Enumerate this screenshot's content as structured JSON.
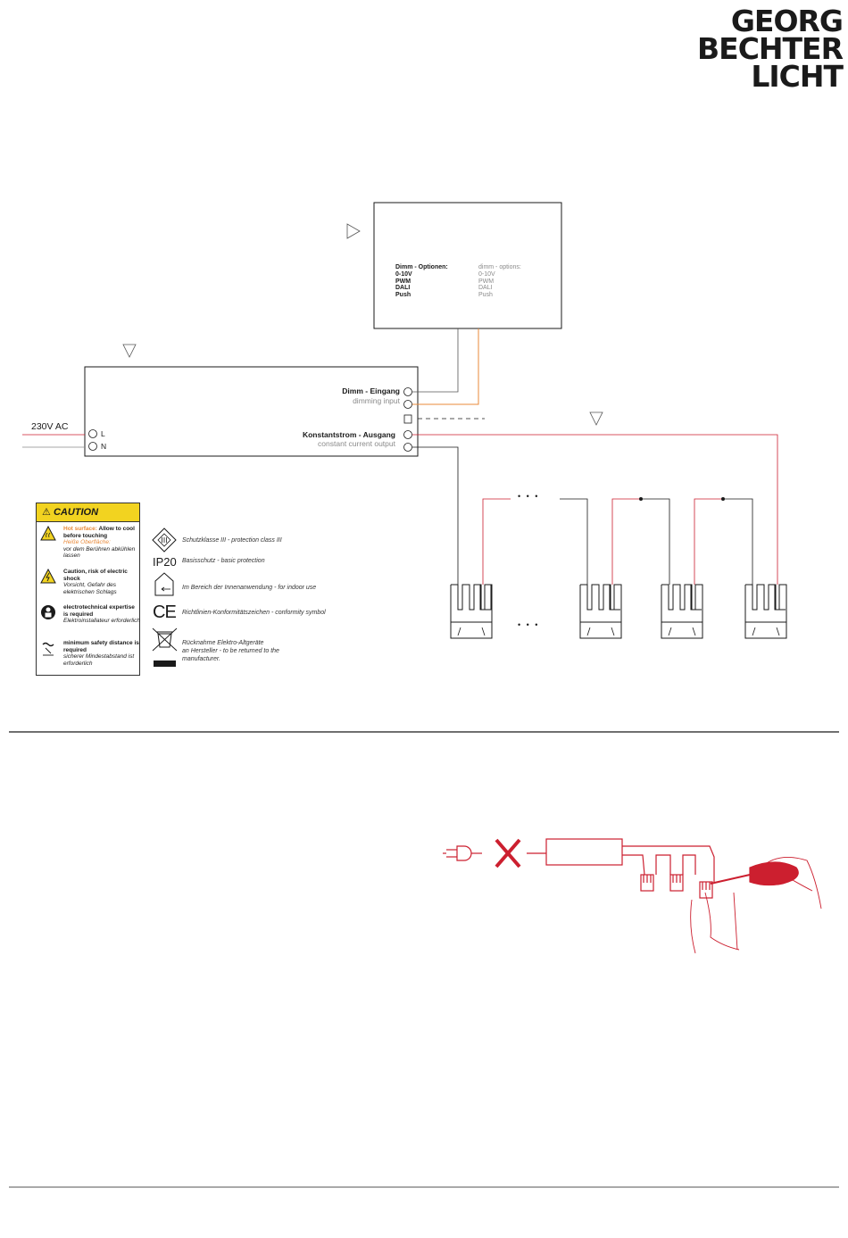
{
  "logo": {
    "line1": "GEORG",
    "line2": "BECHTER",
    "line3": "LICHT"
  },
  "dim_module": {
    "heading_de": "Dimm - Optionen:",
    "heading_en": "dimm - options:",
    "options_de": [
      "0-10V",
      "PWM",
      "DALI",
      "Push"
    ],
    "options_en": [
      "0-10V",
      "PWM",
      "DALI",
      "Push"
    ]
  },
  "driver": {
    "supply_label": "230V AC",
    "terminal_l": "L",
    "terminal_n": "N",
    "dim_input_de": "Dimm - Eingang",
    "dim_input_en": "dimming input",
    "output_de": "Konstantstrom - Ausgang",
    "output_en": "constant current output"
  },
  "caution": {
    "title": "CAUTION",
    "items": [
      {
        "icon": "hot-surface-icon",
        "line_a_orange": "Hot surface:",
        "line_a_bold": " Allow to cool before touching",
        "line_b_orange": "Heiße Oberfläche:",
        "line_c": "vor dem Berühren abkühlen lassen"
      },
      {
        "icon": "electric-shock-icon",
        "line_a_bold": "Caution, risk of electric shock",
        "line_c": "Vorsicht, Gefahr des elektrischen Schlags"
      },
      {
        "icon": "electrician-icon",
        "line_a_bold": "electrotechnical expertise is required",
        "line_c": "Elektroinstallateur erforderlich"
      },
      {
        "icon": "safety-distance-icon",
        "line_a_bold": "minimum safety distance is required",
        "line_c": "sicherer Mindestabstand ist erforderlich"
      }
    ]
  },
  "symbols": [
    {
      "icon": "protection-class-3-icon",
      "text": "Schutzklasse III - protection class III"
    },
    {
      "icon": "ip20-icon",
      "badge": "IP20",
      "text": "Basisschutz  - basic protection"
    },
    {
      "icon": "indoor-use-icon",
      "text": "Im Bereich der Innenanwendung -  for indoor use"
    },
    {
      "icon": "ce-mark-icon",
      "badge": "CE",
      "text": "Richtlinien-Konformitätszeichen - conformity symbol"
    },
    {
      "icon": "weee-bin-icon",
      "text_1": "Rücknahme Elektro-Altgeräte",
      "text_2": "an Hersteller -  to be returned to the",
      "text_3": "manufacturer."
    }
  ],
  "ellipsis": "• • •",
  "colors": {
    "red": "#cc1f2f",
    "orange": "#e8893a",
    "dark": "#1a1a1a",
    "grey": "#8a8a8a",
    "caution_yellow": "#f2d320"
  }
}
